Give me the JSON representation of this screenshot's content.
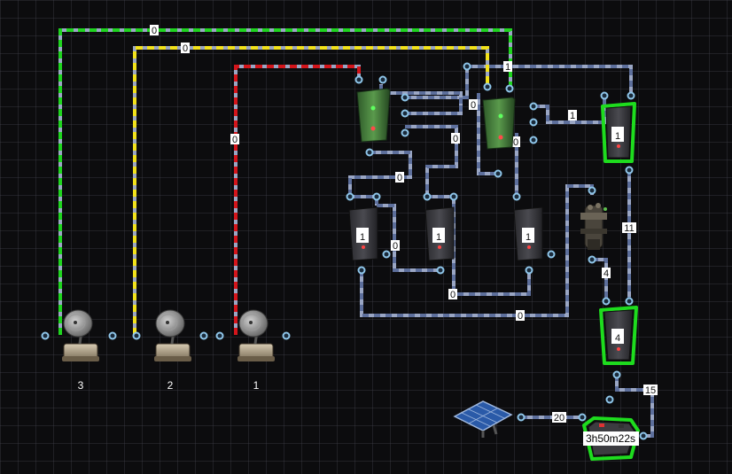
{
  "colors": {
    "wire_normal": "#9aa6c4",
    "wire_dash": "#5d6f9c",
    "wire_green": "#1fd41f",
    "wire_yellow": "#f2e21a",
    "wire_red": "#d3151b",
    "highlight": "#1edc1e",
    "port": "#8fc6ea"
  },
  "transmitters": [
    {
      "label": "3"
    },
    {
      "label": "2"
    },
    {
      "label": "1"
    }
  ],
  "link_labels": {
    "green": "0",
    "yellow": "0",
    "red": "0",
    "top_1": "1",
    "right_1": "1",
    "mid_0a": "0",
    "mid_0b": "0",
    "mid_0c": "0",
    "mid_0d": "0",
    "mid_0e": "0",
    "bottom_0": "0",
    "right_11": "11",
    "right_4": "4",
    "right_15": "15",
    "solar_20": "20"
  },
  "batteries": [
    {
      "charge": "1"
    },
    {
      "charge": "1"
    },
    {
      "charge": "1"
    },
    {
      "charge": "1"
    },
    {
      "charge": "4"
    }
  ],
  "battery_bank": {
    "time": "3h50m22s"
  }
}
